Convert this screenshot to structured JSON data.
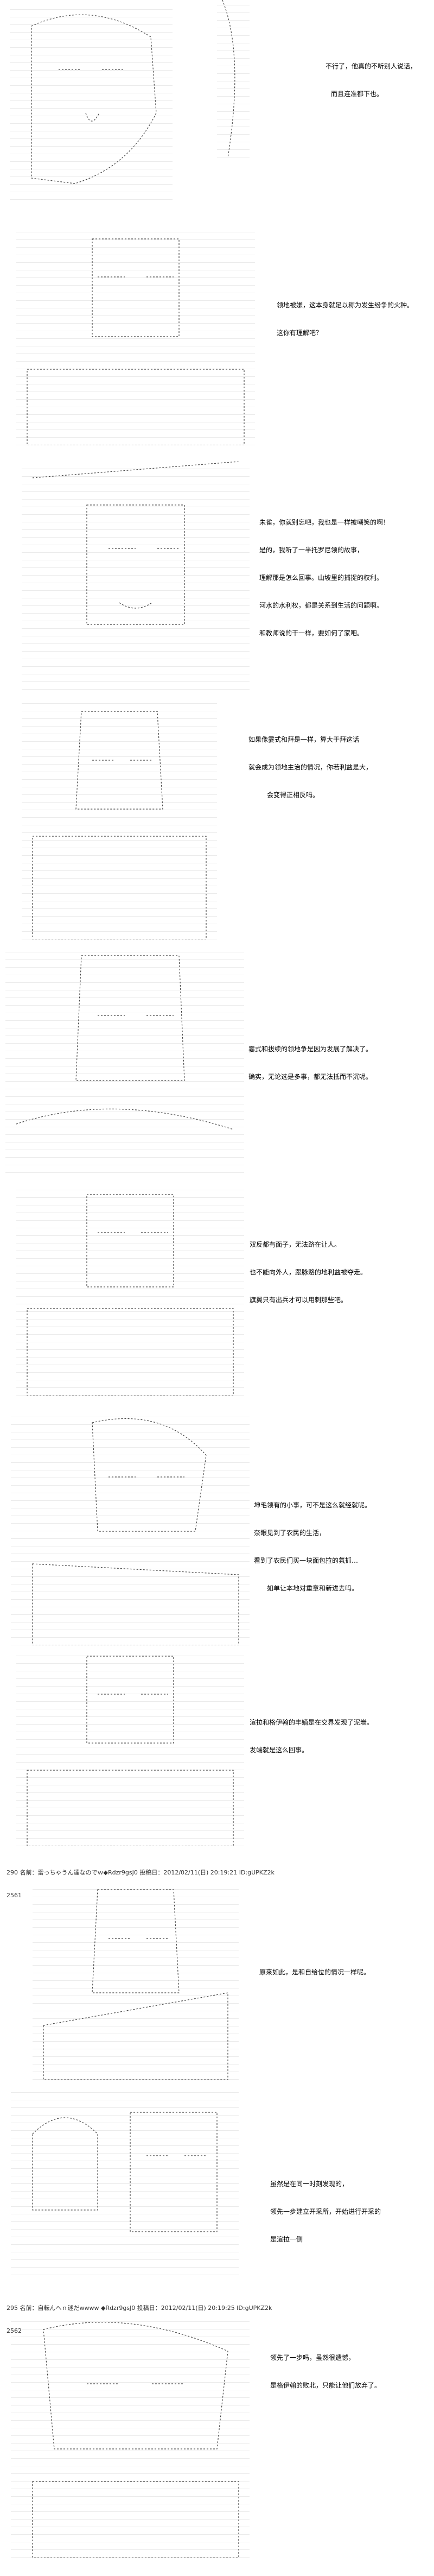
{
  "panels": [
    {
      "lines": [
        "不行了，他真的不听别人说话，",
        "而且连准都下也。"
      ]
    },
    {
      "lines": [
        "领地被嫌，这本身就足以称为发生纷争的火种。",
        "这你有理解吧？"
      ]
    },
    {
      "lines": [
        "朱雀，你就别忘吧，我也是一样被嘲笑的啊！",
        "是的，我听了一半托罗尼领的故事，",
        "理解那是怎么回事。山坡里的捕捉的权利。",
        "河水的水利权，都是关系到生活的问题啊。",
        "和教师说的干一样，要如何了家吧。"
      ]
    },
    {
      "lines": [
        "如果像霎式和拜是一样，算大于拜这话",
        "就会成为领地主治的情况，你若利益是大，",
        "会变得正相反吗。"
      ]
    },
    {
      "lines": [
        "霎式和拔续的领地争是因为发展了解决了。",
        "确实，无论选是多事，都无法抵而不沉呢。"
      ]
    },
    {
      "lines": [
        "双反都有面子，无法跻在让人。",
        "也不能向外人，跟脉赂的地利益被夺走。",
        "旗翼只有出兵才可以用刺那些吧。"
      ]
    },
    {
      "lines": [
        "坤毛领有的小事，可不是这么就经就呢。",
        "奈眼见到了农民的生活，",
        "看到了农民们买一块面包拉的氛抓…",
        "如单让本地对重章和新进去吗。"
      ]
    },
    {
      "lines": [
        "渲拉和格伊翰的丰嫡是在交界发现了泥炭。",
        "发端就是这么回事。"
      ]
    },
    {
      "lines": [
        "原来如此，是和自给位的情况一样呢。"
      ]
    },
    {
      "lines": [
        "虽然是在同一时刻发现的，",
        "领先一步建立开采所，开始进行开采的",
        "是渲拉一侧"
      ]
    },
    {
      "lines": [
        "领先了一步吗，虽然很遗憾，",
        "是格伊翰的败北，只能让他们放弃了。"
      ]
    }
  ],
  "posts": [
    {
      "text": "290 名前：雷っちゃうん達なのでｗ◆Rdzr9gsJ0 投稿日：2012/02/11(日) 20:19:21 ID:gUPKZ2k",
      "id_line": "2561"
    },
    {
      "text": "295 名前：自転んへｎ迷だwwww ◆Rdzr9gsJ0 投稿日：2012/02/11(日) 20:19:25 ID:gUPKZ2k",
      "id_line": "2562"
    }
  ]
}
